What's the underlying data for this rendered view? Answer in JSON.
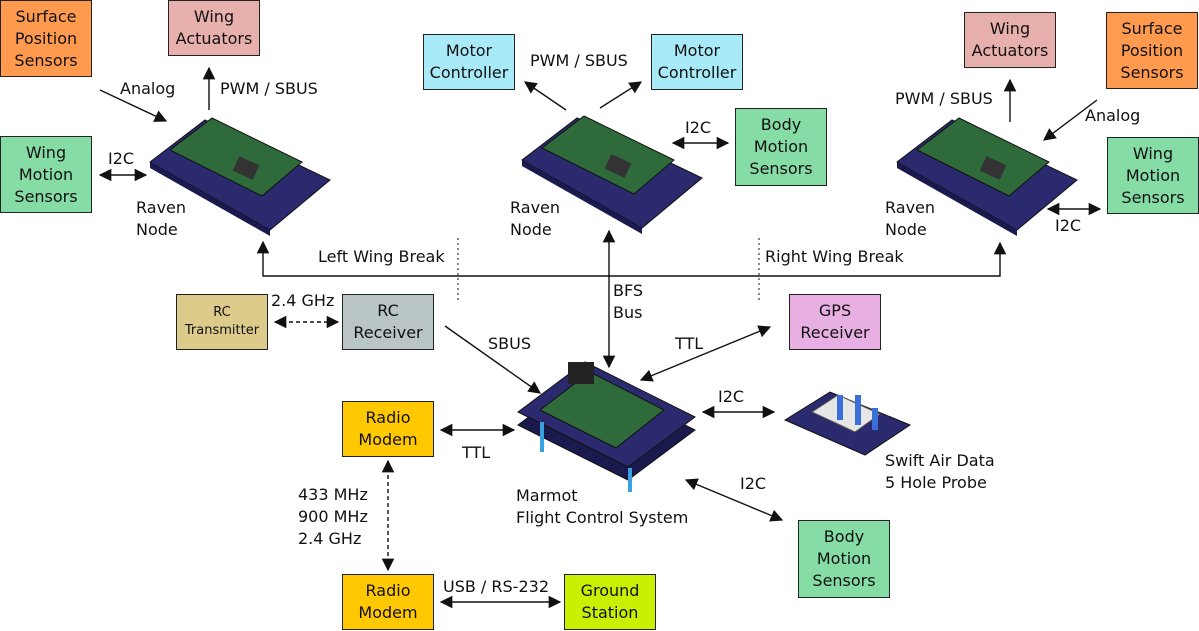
{
  "colors": {
    "surface": "#ff9a4f",
    "actuator": "#e8b0ad",
    "motion": "#86dca5",
    "motor": "#a8eaf8",
    "gps": "#e8b0e2",
    "rc_tx": "#dccb8a",
    "rc_rx": "#b9c5c7",
    "modem": "#ffc800",
    "ground": "#c8f000",
    "board": "#2b2a6e",
    "teensy": "#2f6b3a"
  },
  "boxes": {
    "surface_left": "Surface\nPosition\nSensors",
    "actuator_left": "Wing\nActuators",
    "motion_left": "Wing\nMotion\nSensors",
    "motor_left": "Motor\nController",
    "motor_right": "Motor\nController",
    "body_motion_top": "Body\nMotion\nSensors",
    "actuator_right": "Wing\nActuators",
    "surface_right": "Surface\nPosition\nSensors",
    "motion_right": "Wing\nMotion\nSensors",
    "rc_transmitter": "RC\nTransmitter",
    "rc_receiver": "RC\nReceiver",
    "gps_receiver": "GPS\nReceiver",
    "radio_modem_top": "Radio\nModem",
    "radio_modem_bottom": "Radio\nModem",
    "ground_station": "Ground\nStation",
    "body_motion_bottom": "Body\nMotion\nSensors"
  },
  "labels": {
    "analog_left": "Analog",
    "pwm_left": "PWM / SBUS",
    "i2c_left": "I2C",
    "raven_left": "Raven\nNode",
    "pwm_center": "PWM / SBUS",
    "i2c_center": "I2C",
    "raven_center": "Raven\nNode",
    "pwm_right": "PWM / SBUS",
    "analog_right": "Analog",
    "raven_right": "Raven\nNode",
    "i2c_right": "I2C",
    "left_wing_break": "Left Wing Break",
    "right_wing_break": "Right Wing Break",
    "bfs_bus": "BFS\nBus",
    "ghz_rc": "2.4 GHz",
    "sbus": "SBUS",
    "ttl_gps": "TTL",
    "i2c_swift": "I2C",
    "swift": "Swift Air Data\n5 Hole Probe",
    "ttl_modem": "TTL",
    "i2c_body": "I2C",
    "marmot": "Marmot\nFlight Control System",
    "frequencies": "433 MHz\n900 MHz\n2.4 GHz",
    "usb": "USB / RS-232"
  }
}
